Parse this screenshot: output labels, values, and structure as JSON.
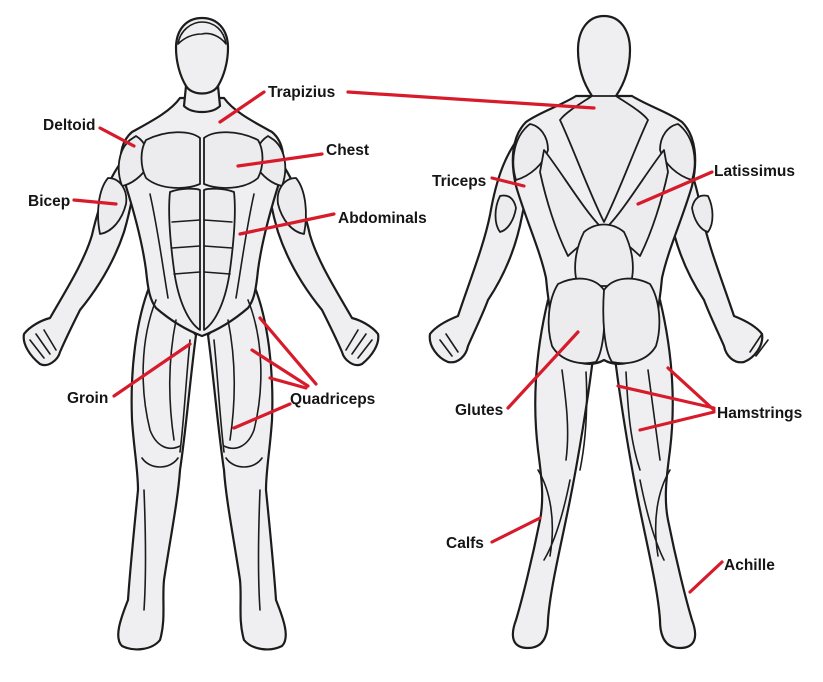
{
  "colors": {
    "pointer": "#d81b2b",
    "outline": "#1c1c1c",
    "skin": "#efeff1",
    "text": "#151515"
  },
  "labels": {
    "trapizius": "Trapizius",
    "deltoid": "Deltoid",
    "chest": "Chest",
    "bicep": "Bicep",
    "abdominals": "Abdominals",
    "groin": "Groin",
    "quadriceps": "Quadriceps",
    "triceps": "Triceps",
    "latissimus": "Latissimus",
    "glutes": "Glutes",
    "hamstrings": "Hamstrings",
    "calfs": "Calfs",
    "achille": "Achille"
  }
}
